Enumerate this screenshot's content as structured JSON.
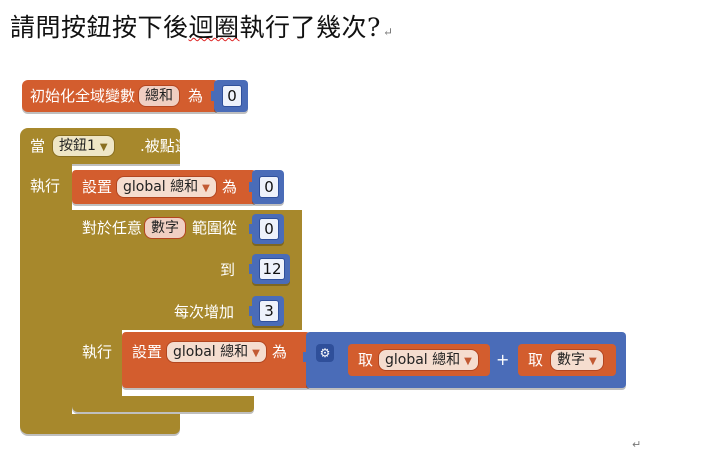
{
  "question": {
    "prefix": "請問按鈕按下後",
    "underlined": "迴圈",
    "suffix": "執行了幾次?",
    "mark": "↵"
  },
  "global_block": {
    "label": "初始化全域變數",
    "var_name": "總和",
    "to_label": "為",
    "value": "0"
  },
  "event_block": {
    "when_label": "當",
    "component": "按鈕1",
    "event": ".被點選",
    "do_label": "執行"
  },
  "set_block_1": {
    "set_label": "設置",
    "var": "global 總和",
    "to_label": "為",
    "value": "0"
  },
  "for_block": {
    "label": "對於任意",
    "var": "數字",
    "from_label": "範圍從",
    "from_value": "0",
    "to_label": "到",
    "to_value": "12",
    "step_label": "每次增加",
    "step_value": "3",
    "do_label": "執行"
  },
  "set_block_2": {
    "set_label": "設置",
    "var": "global 總和",
    "to_label": "為"
  },
  "math_block": {
    "get1_label": "取",
    "get1_var": "global 總和",
    "operator": "+",
    "get2_label": "取",
    "get2_var": "數字"
  },
  "colors": {
    "variables": "#d35d2e",
    "control": "#a7882c",
    "math": "#4a6cb8"
  },
  "icons": {
    "dropdown": "triangle-down",
    "mutator": "gear"
  },
  "footer_mark": "↵"
}
